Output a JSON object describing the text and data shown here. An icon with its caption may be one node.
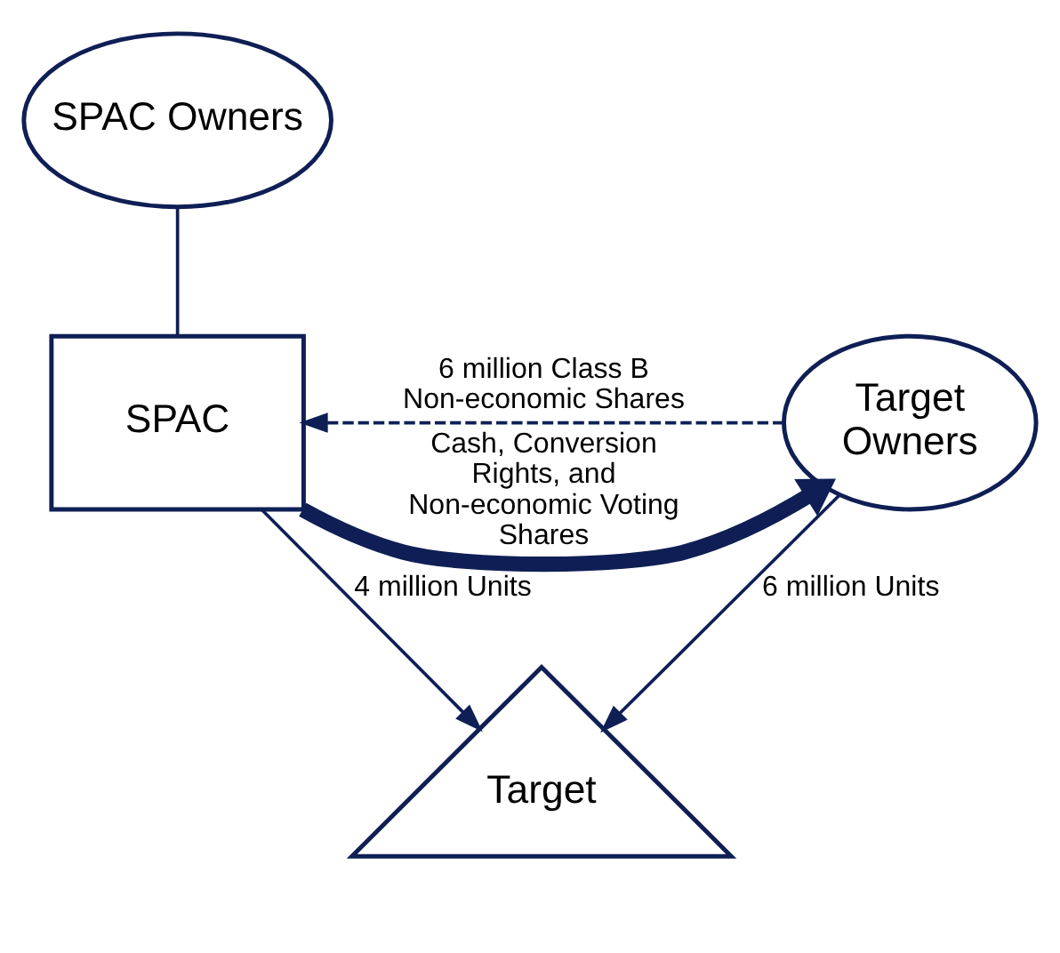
{
  "diagram": {
    "nodes": [
      {
        "text": [
          "SPAC Owners"
        ]
      },
      {
        "text": [
          "SPAC"
        ]
      },
      {
        "text": [
          "Target Owners"
        ]
      },
      {
        "text": [
          "Target"
        ]
      }
    ],
    "edges": [
      {
        "from": 0,
        "to": 1,
        "arrow": "none"
      },
      {
        "from": 2,
        "to": 1,
        "arrow": "to",
        "style": "dashed",
        "label": "6 million Class B Non-economic Shares"
      },
      {
        "from": 1,
        "to": 2,
        "arrow": "to",
        "style": "thick",
        "label": "Cash, Conversion Rights, and Non-economic Voting Shares"
      },
      {
        "from": 1,
        "to": 3,
        "arrow": "to",
        "label": "4 million Units"
      },
      {
        "from": 2,
        "to": 3,
        "arrow": "to",
        "label": "6 million Units"
      }
    ]
  }
}
